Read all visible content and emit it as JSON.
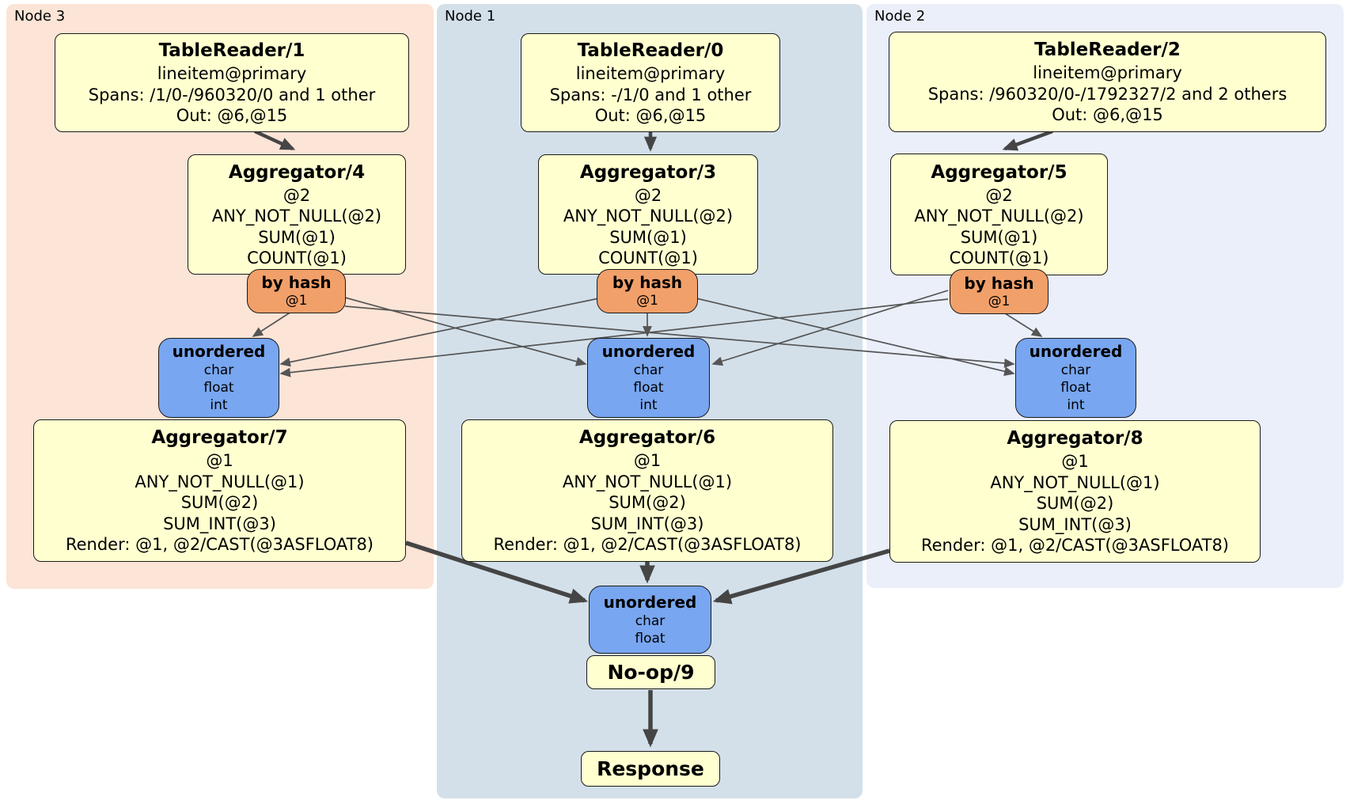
{
  "panels": [
    {
      "label": "Node 3"
    },
    {
      "label": "Node 1"
    },
    {
      "label": "Node 2"
    }
  ],
  "colors": {
    "node3_bg": "#fce4d6",
    "node1_bg": "#d3e0ea",
    "node2_bg": "#eaeffa",
    "box_bg": "#ffffd0",
    "router_bg": "#f2a06a",
    "sync_bg": "#78a6f0",
    "edge_thin": "#555555",
    "edge_thick": "#454545",
    "box_border": "#1a1a1a"
  },
  "boxes": {
    "tr1": {
      "title": "TableReader/1",
      "lines": [
        "lineitem@primary",
        "Spans: /1/0-/960320/0 and 1 other",
        "Out: @6,@15"
      ]
    },
    "tr0": {
      "title": "TableReader/0",
      "lines": [
        "lineitem@primary",
        "Spans: -/1/0 and 1 other",
        "Out: @6,@15"
      ]
    },
    "tr2": {
      "title": "TableReader/2",
      "lines": [
        "lineitem@primary",
        "Spans: /960320/0-/1792327/2 and 2 others",
        "Out: @6,@15"
      ]
    },
    "agg4": {
      "title": "Aggregator/4",
      "lines": [
        "@2",
        "ANY_NOT_NULL(@2)",
        "SUM(@1)",
        "COUNT(@1)"
      ]
    },
    "agg3": {
      "title": "Aggregator/3",
      "lines": [
        "@2",
        "ANY_NOT_NULL(@2)",
        "SUM(@1)",
        "COUNT(@1)"
      ]
    },
    "agg5": {
      "title": "Aggregator/5",
      "lines": [
        "@2",
        "ANY_NOT_NULL(@2)",
        "SUM(@1)",
        "COUNT(@1)"
      ]
    },
    "hash3": {
      "title": "by hash",
      "lines": [
        "@1"
      ]
    },
    "hash1": {
      "title": "by hash",
      "lines": [
        "@1"
      ]
    },
    "hash2": {
      "title": "by hash",
      "lines": [
        "@1"
      ]
    },
    "sync3": {
      "title": "unordered",
      "lines": [
        "char",
        "float",
        "int"
      ]
    },
    "sync1": {
      "title": "unordered",
      "lines": [
        "char",
        "float",
        "int"
      ]
    },
    "sync2": {
      "title": "unordered",
      "lines": [
        "char",
        "float",
        "int"
      ]
    },
    "agg7": {
      "title": "Aggregator/7",
      "lines": [
        "@1",
        "ANY_NOT_NULL(@1)",
        "SUM(@2)",
        "SUM_INT(@3)",
        "Render: @1, @2/CAST(@3ASFLOAT8)"
      ]
    },
    "agg6": {
      "title": "Aggregator/6",
      "lines": [
        "@1",
        "ANY_NOT_NULL(@1)",
        "SUM(@2)",
        "SUM_INT(@3)",
        "Render: @1, @2/CAST(@3ASFLOAT8)"
      ]
    },
    "agg8": {
      "title": "Aggregator/8",
      "lines": [
        "@1",
        "ANY_NOT_NULL(@1)",
        "SUM(@2)",
        "SUM_INT(@3)",
        "Render: @1, @2/CAST(@3ASFLOAT8)"
      ]
    },
    "sync_final": {
      "title": "unordered",
      "lines": [
        "char",
        "float"
      ]
    },
    "noop": {
      "title": "No-op/9"
    },
    "response": {
      "title": "Response"
    }
  }
}
